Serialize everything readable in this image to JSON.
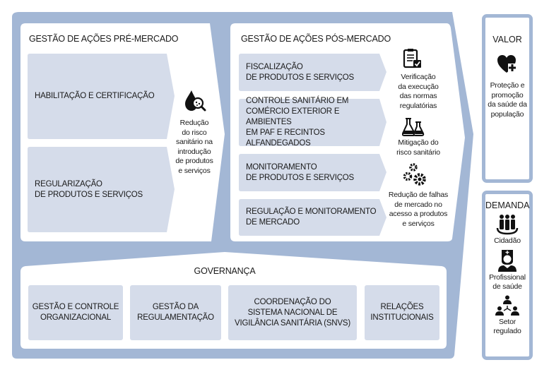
{
  "colors": {
    "frame": "#a3b7d5",
    "box": "#d5dcea",
    "text": "#1a1a1a"
  },
  "pre_mercado": {
    "title": "GESTÃO DE AÇÕES PRÉ-MERCADO",
    "items": [
      "HABILITAÇÃO E CERTIFICAÇÃO",
      "REGULARIZAÇÃO\nDE PRODUTOS E SERVIÇOS"
    ],
    "outcome": {
      "icon": "drop-magnifier-icon",
      "text": "Redução\ndo risco\nsanitário na\nintrodução\nde produtos\ne serviços"
    }
  },
  "pos_mercado": {
    "title": "GESTÃO DE AÇÕES PÓS-MERCADO",
    "items": [
      "FISCALIZAÇÃO\nDE PRODUTOS E SERVIÇOS",
      "CONTROLE SANITÁRIO EM\nCOMÉRCIO EXTERIOR E AMBIENTES\nEM PAF E RECINTOS ALFANDEGADOS",
      "MONITORAMENTO\nDE PRODUTOS E SERVIÇOS",
      "REGULAÇÃO E MONITORAMENTO\nDE MERCADO"
    ],
    "outcomes": [
      {
        "icon": "clipboard-check-icon",
        "text": "Verificação\nda execução\ndas normas\nregulatórias"
      },
      {
        "icon": "lab-flasks-icon",
        "text": "Mitigação do\nrisco sanitário"
      },
      {
        "icon": "gears-icon",
        "text": "Redução de falhas\nde mercado no\nacesso a produtos\ne serviços"
      }
    ]
  },
  "governanca": {
    "title": "GOVERNANÇA",
    "items": [
      "GESTÃO E CONTROLE\nORGANIZACIONAL",
      "GESTÃO DA\nREGULAMENTAÇÃO",
      "COORDENAÇÃO DO\nSISTEMA NACIONAL DE\nVIGILÂNCIA SANITÁRIA (SNVS)",
      "RELAÇÕES\nINSTITUCIONAIS"
    ]
  },
  "valor": {
    "title": "VALOR",
    "icon": "heart-plus-icon",
    "text": "Proteção e\npromoção\nda saúde da\npopulação"
  },
  "demanda": {
    "title": "DEMANDA",
    "items": [
      {
        "icon": "citizens-icon",
        "label": "Cidadão"
      },
      {
        "icon": "nurse-icon",
        "label": "Profissional\nde saúde"
      },
      {
        "icon": "regulated-sector-icon",
        "label": "Setor\nregulado"
      }
    ]
  }
}
